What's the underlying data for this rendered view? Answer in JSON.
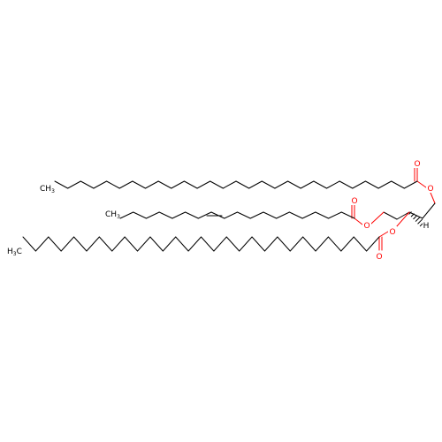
{
  "colors": {
    "background": "#ffffff",
    "bond": "#000000",
    "oxygen": "#ff0000"
  },
  "atom_labels": {
    "ester_o_top": "O",
    "carbonyl_o_top": "O",
    "ester_o_mid": "O",
    "carbonyl_o_mid": "O",
    "ester_o_bottom": "O",
    "carbonyl_o_bottom": "O",
    "stereo_h": "H",
    "methyl_top": {
      "main": "CH",
      "sub": "3"
    },
    "methyl_mid": {
      "main": "CH",
      "sub": "3"
    },
    "methyl_bottom": {
      "main": "H",
      "sub": "3",
      "tail": "C"
    }
  }
}
